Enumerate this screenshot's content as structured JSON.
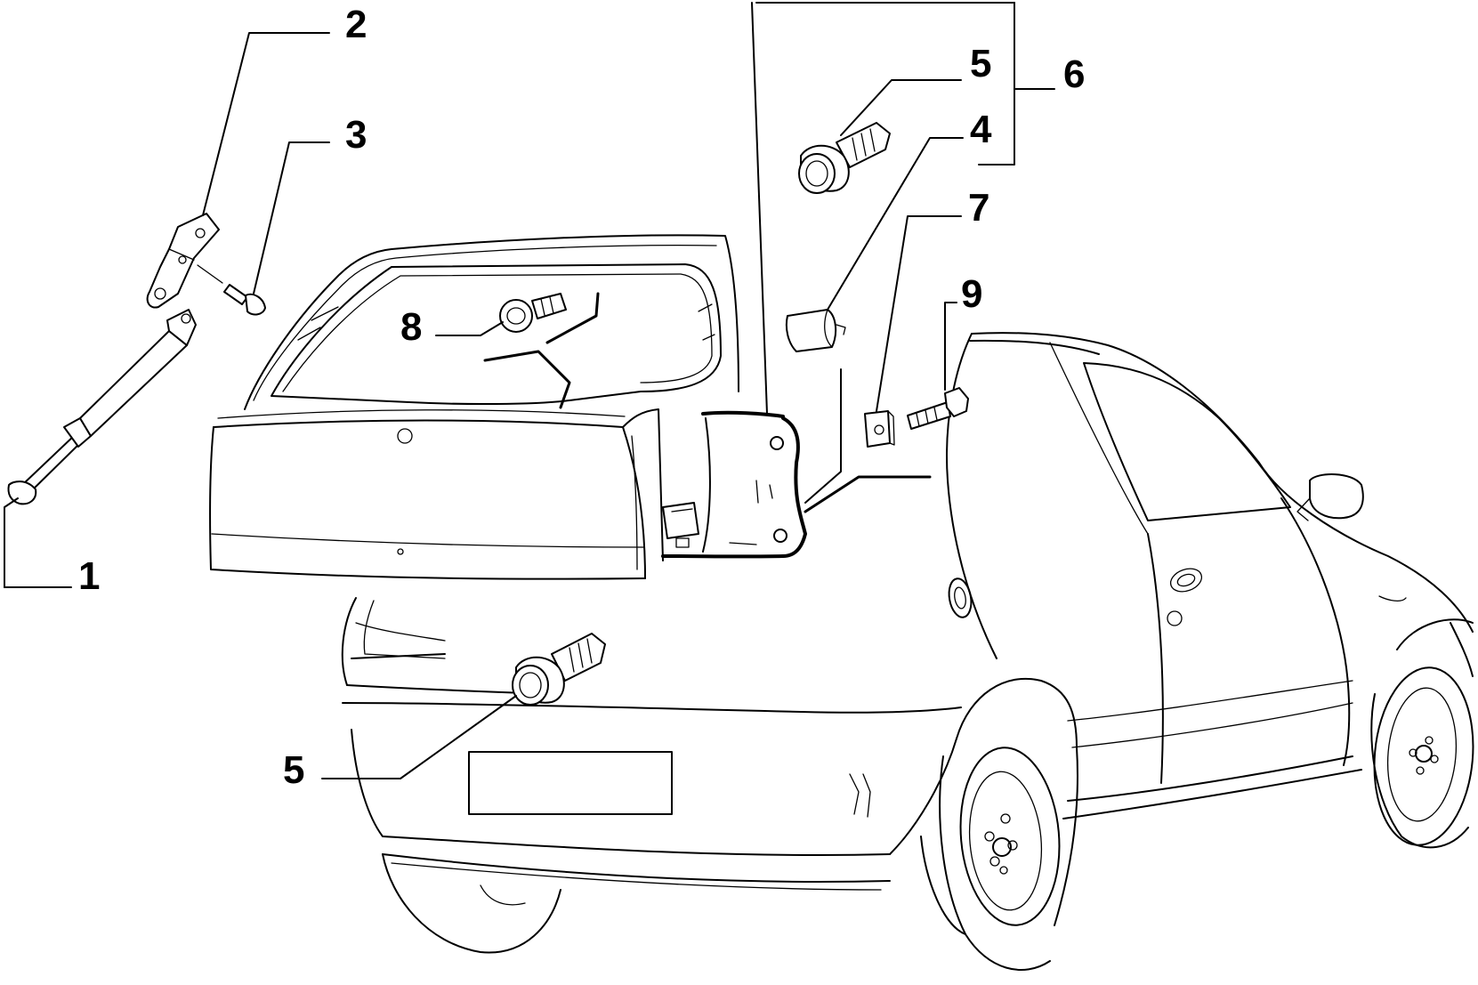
{
  "callouts": [
    {
      "id": "c1",
      "label": "1"
    },
    {
      "id": "c2",
      "label": "2"
    },
    {
      "id": "c3",
      "label": "3"
    },
    {
      "id": "c4",
      "label": "4"
    },
    {
      "id": "c5a",
      "label": "5"
    },
    {
      "id": "c5b",
      "label": "5"
    },
    {
      "id": "c6",
      "label": "6"
    },
    {
      "id": "c7",
      "label": "7"
    },
    {
      "id": "c8",
      "label": "8"
    },
    {
      "id": "c9",
      "label": "9"
    }
  ]
}
